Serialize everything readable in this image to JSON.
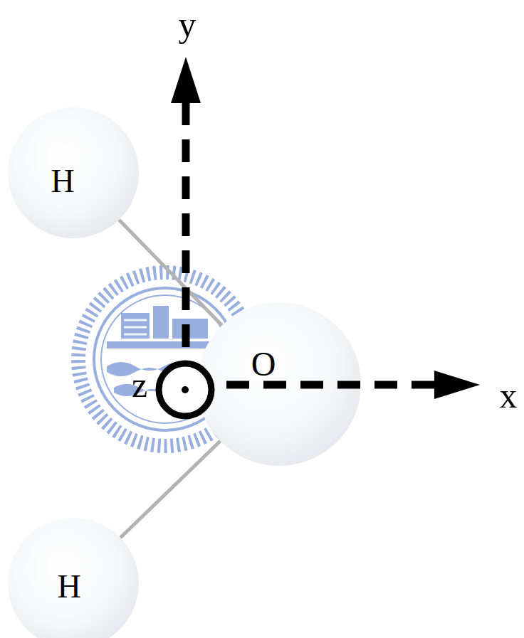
{
  "diagram": {
    "nodes": [
      {
        "text": [
          "H"
        ]
      },
      {
        "text": [
          "O"
        ]
      },
      {
        "text": [
          "H"
        ]
      }
    ],
    "edges": [
      {
        "from": 1,
        "to": 0,
        "arrow": "none"
      },
      {
        "from": 1,
        "to": 2,
        "arrow": "none"
      }
    ],
    "labels": [
      "y",
      "x",
      "z"
    ]
  }
}
